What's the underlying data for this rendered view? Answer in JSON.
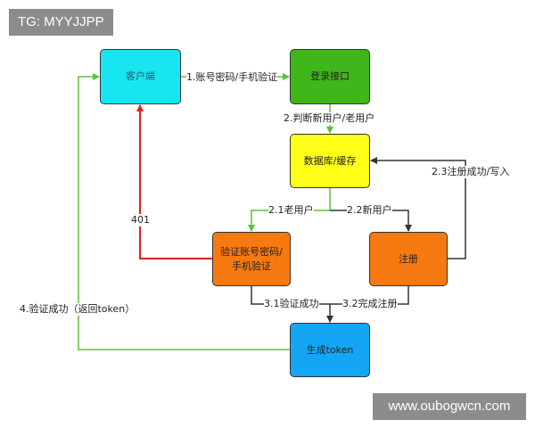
{
  "watermarks": {
    "top": "TG: MYYJJPP",
    "bottom": "www.oubogwcn.com"
  },
  "nodes": {
    "client": "客户端",
    "login": "登录接口",
    "db": "数据库/缓存",
    "verify": "验证账号密码/手机验证",
    "register": "注册",
    "token": "生成token"
  },
  "edges": {
    "e1": "1.账号密码/手机验证",
    "e2": "2.判断新用户/老用户",
    "e21": "2.1老用户",
    "e22": "2.2新用户",
    "e23": "2.3注册成功/写入",
    "e401": "401",
    "e31": "3.1验证成功",
    "e32": "3.2完成注册",
    "e4": "4.验证成功（返回token）"
  },
  "colors": {
    "client": "#17e6f2",
    "login": "#3fb61a",
    "db": "#ffff19",
    "verify": "#f77911",
    "register": "#f77911",
    "token": "#14a6f4",
    "arrow_green": "#5cc23a",
    "arrow_red": "#e02020",
    "arrow_dark": "#333333"
  }
}
